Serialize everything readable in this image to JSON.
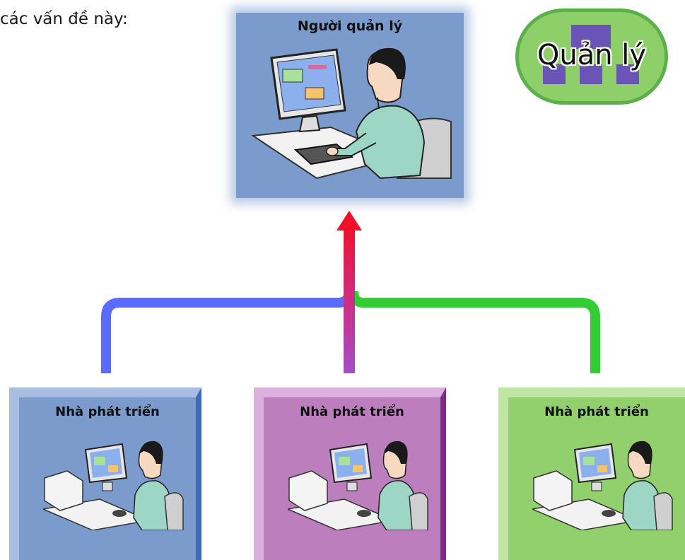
{
  "intro_text": "các vấn đề này:",
  "manager": {
    "title": "Người quản lý"
  },
  "badge": {
    "label": "Quản lý"
  },
  "developers": [
    {
      "title": "Nhà phát triển"
    },
    {
      "title": "Nhà phát triển"
    },
    {
      "title": "Nhà phát triển"
    }
  ],
  "colors": {
    "connector_blue": "#5b6bff",
    "connector_green": "#33cc33",
    "connector_purple": "#b04cb8",
    "arrow_red": "#e8142a",
    "manager_bg": "#7a9bcc",
    "badge_bg": "#8fcf6a"
  }
}
